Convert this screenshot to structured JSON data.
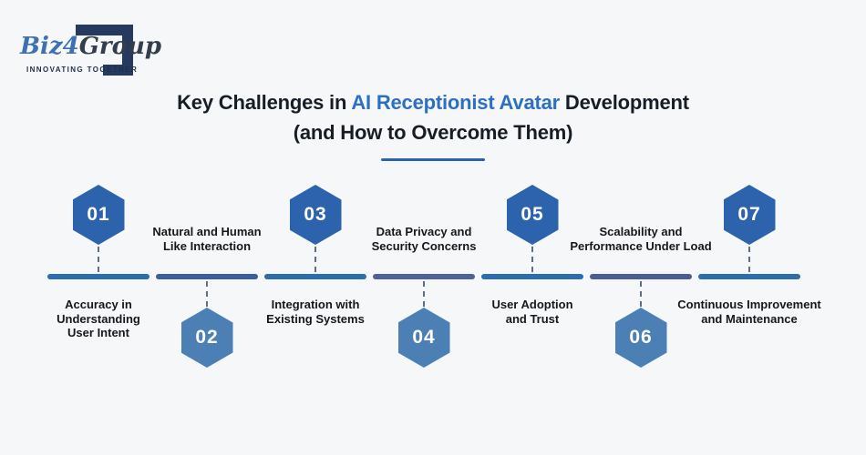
{
  "logo": {
    "brand_prefix": "Biz",
    "brand_mid": "4",
    "brand_suffix": "Group",
    "tagline": "INNOVATING TOGETHER",
    "colors": {
      "brand_blue": "#3f70b1",
      "brand_dark": "#343d4b",
      "mark_navy": "#253a5e",
      "tagline_color": "#1e2f49"
    }
  },
  "title": {
    "line1_prefix": "Key Challenges in ",
    "line1_highlight": "AI Receptionist Avatar",
    "line1_suffix": " Development",
    "line2": "(and How to Overcome Them)",
    "text_color": "#171d26",
    "highlight_color": "#2d6fc0",
    "divider_color": "#2d63ad"
  },
  "timeline": {
    "label_color": "#14181d",
    "connector_color": "#5f6e82",
    "items": [
      {
        "number": "01",
        "label": "Accuracy in\nUnderstanding\nUser Intent",
        "hex_position": "top",
        "hex_color": "#2d63ad",
        "bar_color": "#2e6bb3"
      },
      {
        "number": "02",
        "label": "Natural and Human\nLike Interaction",
        "hex_position": "bottom",
        "hex_color": "#4c7fb3",
        "bar_color": "#3c5d9f"
      },
      {
        "number": "03",
        "label": "Integration with\nExisting Systems",
        "hex_position": "top",
        "hex_color": "#2d63ad",
        "bar_color": "#2e6bb3"
      },
      {
        "number": "04",
        "label": "Data Privacy and\nSecurity Concerns",
        "hex_position": "bottom",
        "hex_color": "#4c7fb3",
        "bar_color": "#50609a"
      },
      {
        "number": "05",
        "label": "User Adoption\nand Trust",
        "hex_position": "top",
        "hex_color": "#2d63ad",
        "bar_color": "#2e6bb3"
      },
      {
        "number": "06",
        "label": "Scalability and\nPerformance Under Load",
        "hex_position": "bottom",
        "hex_color": "#4c7fb3",
        "bar_color": "#4c5d96"
      },
      {
        "number": "07",
        "label": "Continuous Improvement\nand Maintenance",
        "hex_position": "top",
        "hex_color": "#2d63ad",
        "bar_color": "#2e6bb3"
      }
    ]
  }
}
